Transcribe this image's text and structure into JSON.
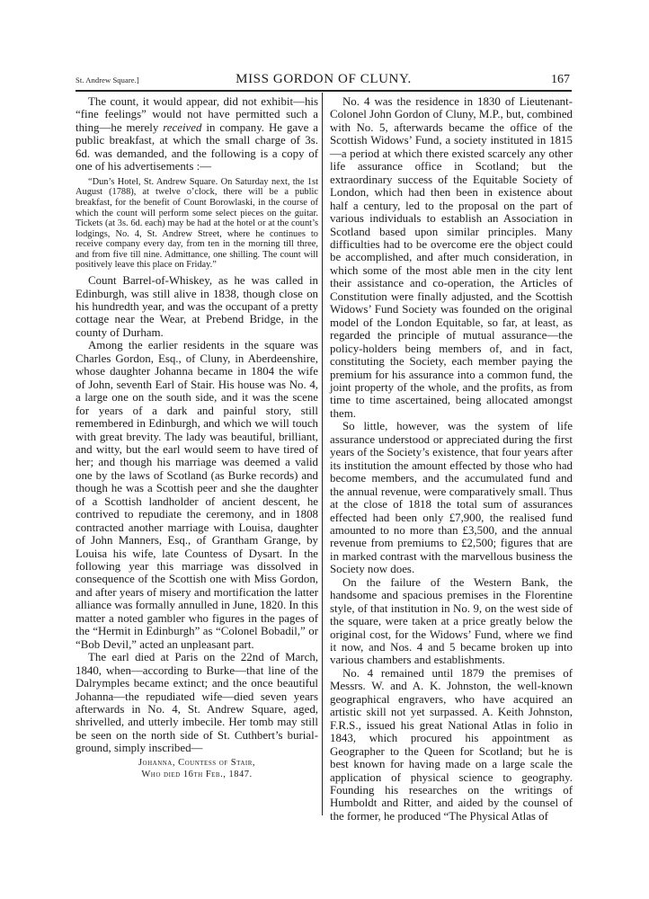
{
  "header": {
    "running_left": "St. Andrew Square.]",
    "title": "MISS GORDON OF CLUNY.",
    "page_number": "167"
  },
  "left_column": {
    "p1_a": "The count, it would appear, did not exhibit—his “fine feelings” would not have permitted such a thing—he merely ",
    "p1_em": "received",
    "p1_b": " in company. He gave a public breakfast, at which the small charge of 3s. 6d. was demanded, and the following is a copy of one of his advertisements :—",
    "quote": "“Dun’s Hotel, St. Andrew Square. On Saturday next, the 1st August (1788), at twelve o’clock, there will be a public breakfast, for the benefit of Count Borowlaski, in the course of which the count will perform some select pieces on the guitar. Tickets (at 3s. 6d. each) may be had at the hotel or at the count’s lodgings, No. 4, St. Andrew Street, where he continues to receive company every day, from ten in the morning till three, and from five till nine. Admittance, one shilling. The count will positively leave this place on Friday.”",
    "p2": "Count Barrel-of-Whiskey, as he was called in Edinburgh, was still alive in 1838, though close on his hundredth year, and was the occupant of a pretty cottage near the Wear, at Prebend Bridge, in the county of Durham.",
    "p3": "Among the earlier residents in the square was Charles Gordon, Esq., of Cluny, in Aberdeenshire, whose daughter Johanna became in 1804 the wife of John, seventh Earl of Stair. His house was No. 4, a large one on the south side, and it was the scene for years of a dark and painful story, still remembered in Edinburgh, and which we will touch with great brevity. The lady was beautiful, brilliant, and witty, but the earl would seem to have tired of her; and though his marriage was deemed a valid one by the laws of Scotland (as Burke records) and though he was a Scottish peer and she the daughter of a Scottish landholder of ancient descent, he contrived to repudiate the ceremony, and in 1808 contracted another marriage with Louisa, daughter of John Manners, Esq., of Grantham Grange, by Louisa his wife, late Countess of Dysart. In the following year this marriage was dissolved in consequence of the Scottish one with Miss Gordon, and after years of misery and mortification the latter alliance was formally annulled in June, 1820. In this matter a noted gambler who figures in the pages of the “Hermit in Edinburgh” as “Colonel Bobadil,” or “Bob Devil,” acted an unpleasant part.",
    "p4": "The earl died at Paris on the 22nd of March, 1840, when—according to Burke—that line of the Dalrymples became extinct; and the once beautiful Johanna—the repudiated wife—died seven years afterwards in No. 4, St. Andrew Square, aged, shrivelled, and utterly imbecile. Her tomb may still be seen on the north side of St. Cuthbert’s burial-ground, simply inscribed—",
    "inscription_line1": "Johanna, Countess of Stair,",
    "inscription_line2": "Who died 16th Feb., 1847."
  },
  "right_column": {
    "p1": "No. 4 was the residence in 1830 of Lieutenant-Colonel John Gordon of Cluny, M.P., but, combined with No. 5, afterwards became the office of the Scottish Widows’ Fund, a society instituted in 1815—a period at which there existed scarcely any other life assurance office in Scotland; but the extraordinary success of the Equitable Society of London, which had then been in existence about half a century, led to the proposal on the part of various individuals to establish an Association in Scotland based upon similar principles. Many difficulties had to be overcome ere the object could be accomplished, and after much consideration, in which some of the most able men in the city lent their assistance and co-operation, the Articles of Constitution were finally adjusted, and the Scottish Widows’ Fund Society was founded on the original model of the London Equitable, so far, at least, as regarded the principle of mutual assurance—the policy-holders being members of, and in fact, constituting the Society, each member paying the premium for his assurance into a common fund, the joint property of the whole, and the profits, as from time to time ascertained, being allocated amongst them.",
    "p2": "So little, however, was the system of life assurance understood or appreciated during the first years of the Society’s existence, that four years after its institution the amount effected by those who had become members, and the accumulated fund and the annual revenue, were comparatively small. Thus at the close of 1818 the total sum of assurances effected had been only £7,900, the realised fund amounted to no more than £3,500, and the annual revenue from premiums to £2,500; figures that are in marked contrast with the marvellous business the Society now does.",
    "p3": "On the failure of the Western Bank, the handsome and spacious premises in the Florentine style, of that institution in No. 9, on the west side of the square, were taken at a price greatly below the original cost, for the Widows’ Fund, where we find it now, and Nos. 4 and 5 became broken up into various chambers and establishments.",
    "p4": "No. 4 remained until 1879 the premises of Messrs. W. and A. K. Johnston, the well-known geographical engravers, who have acquired an artistic skill not yet surpassed. A. Keith Johnston, F.R.S., issued his great National Atlas in folio in 1843, which procured his appointment as Geographer to the Queen for Scotland; but he is best known for having made on a large scale the application of physical science to geography. Founding his researches on the writings of Humboldt and Ritter, and aided by the counsel of the former, he produced “The Physical Atlas of"
  }
}
